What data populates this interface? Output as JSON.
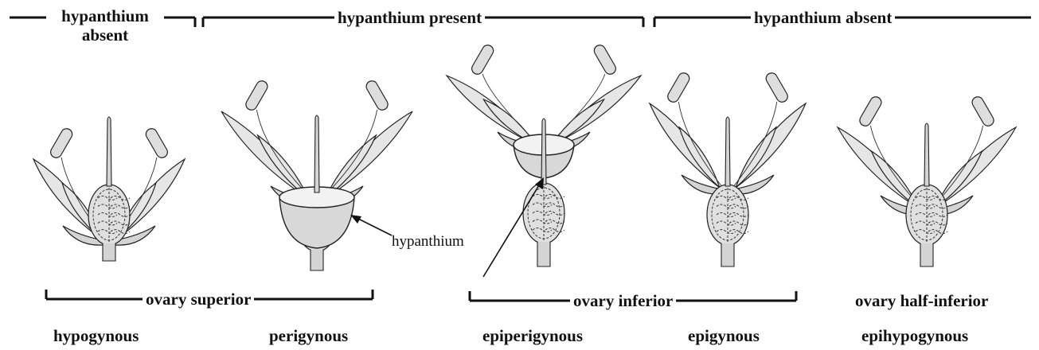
{
  "labels": {
    "top_left": "hypanthium\nabsent",
    "top_middle": "hypanthium present",
    "top_right": "hypanthium absent",
    "callout": "hypanthium",
    "ovary_superior": "ovary superior",
    "ovary_inferior": "ovary inferior",
    "ovary_half_inferior": "ovary half-inferior"
  },
  "flowers": [
    {
      "name": "hypogynous"
    },
    {
      "name": "perigynous"
    },
    {
      "name": "epiperigynous"
    },
    {
      "name": "epigynous"
    },
    {
      "name": "epihypogynous"
    }
  ]
}
